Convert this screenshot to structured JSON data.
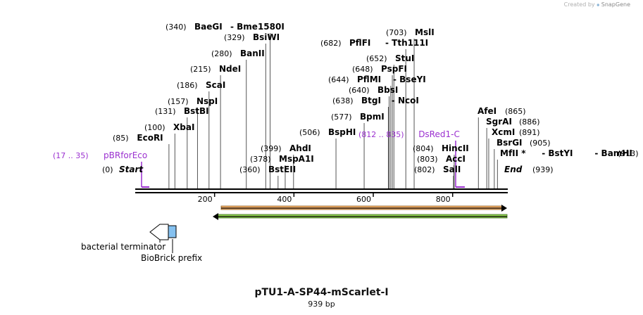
{
  "credit": {
    "prefix": "Created by",
    "brand": "SnapGene"
  },
  "plasmid": {
    "name": "pTU1-A-SP44-mScarlet-I",
    "length_label": "939 bp",
    "length": 939
  },
  "colors": {
    "enzyme": "#000000",
    "primer": "#9b30d0",
    "feature_orange": "#f6b26b",
    "feature_green": "#8fd14f",
    "terminator_fill": "#ffffff",
    "biobrick_fill": "#85c1f0"
  },
  "scale": {
    "ticks": [
      200,
      400,
      600,
      800
    ]
  },
  "enzymes": [
    {
      "pos": 0,
      "pos_label": "(0)",
      "name": "Start"
    },
    {
      "pos": 85,
      "pos_label": "(85)",
      "name": "EcoRI"
    },
    {
      "pos": 100,
      "pos_label": "(100)",
      "name": "XbaI"
    },
    {
      "pos": 131,
      "pos_label": "(131)",
      "name": "BstBI"
    },
    {
      "pos": 157,
      "pos_label": "(157)",
      "name": "NspI"
    },
    {
      "pos": 186,
      "pos_label": "(186)",
      "name": "ScaI"
    },
    {
      "pos": 215,
      "pos_label": "(215)",
      "name": "NdeI"
    },
    {
      "pos": 280,
      "pos_label": "(280)",
      "name": "BanII"
    },
    {
      "pos": 329,
      "pos_label": "(329)",
      "name": "BsiWI"
    },
    {
      "pos": 340,
      "pos_label": "(340)",
      "name": "BaeGI",
      "extra": "Bme1580I"
    },
    {
      "pos": 360,
      "pos_label": "(360)",
      "name": "BstEII"
    },
    {
      "pos": 378,
      "pos_label": "(378)",
      "name": "MspA1I"
    },
    {
      "pos": 399,
      "pos_label": "(399)",
      "name": "AhdI"
    },
    {
      "pos": 506,
      "pos_label": "(506)",
      "name": "BspHI"
    },
    {
      "pos": 577,
      "pos_label": "(577)",
      "name": "BpmI"
    },
    {
      "pos": 638,
      "pos_label": "(638)",
      "name": "BtgI",
      "extra": "NcoI"
    },
    {
      "pos": 640,
      "pos_label": "(640)",
      "name": "BbsI"
    },
    {
      "pos": 644,
      "pos_label": "(644)",
      "name": "PflMI",
      "extra": "BseYI"
    },
    {
      "pos": 648,
      "pos_label": "(648)",
      "name": "PspFI"
    },
    {
      "pos": 652,
      "pos_label": "(652)",
      "name": "StuI"
    },
    {
      "pos": 682,
      "pos_label": "(682)",
      "name": "PflFI",
      "extra": "Tth111I"
    },
    {
      "pos": 703,
      "pos_label": "(703)",
      "name": "MslI"
    },
    {
      "pos": 802,
      "pos_label": "(802)",
      "name": "SalI"
    },
    {
      "pos": 803,
      "pos_label": "(803)",
      "name": "AccI"
    },
    {
      "pos": 804,
      "pos_label": "(804)",
      "name": "HincII"
    },
    {
      "pos": 865,
      "pos_label": "(865)",
      "name": "AfeI"
    },
    {
      "pos": 886,
      "pos_label": "(886)",
      "name": "SgrAI"
    },
    {
      "pos": 891,
      "pos_label": "(891)",
      "name": "XcmI"
    },
    {
      "pos": 905,
      "pos_label": "(905)",
      "name": "BsrGI"
    },
    {
      "pos": 913,
      "pos_label": "(913)",
      "name": "MfII *",
      "extra": "BstYI",
      "extra2": "BamHI"
    },
    {
      "pos": 939,
      "pos_label": "(939)",
      "name": "End"
    }
  ],
  "primers": [
    {
      "range": "(17 .. 35)",
      "name": "pBRforEco",
      "start": 17,
      "end": 35
    },
    {
      "range": "(812 .. 835)",
      "name": "DsRed1-C",
      "start": 812,
      "end": 835
    }
  ],
  "features": [
    {
      "name": "bacterial terminator"
    },
    {
      "name": "BioBrick prefix"
    }
  ]
}
